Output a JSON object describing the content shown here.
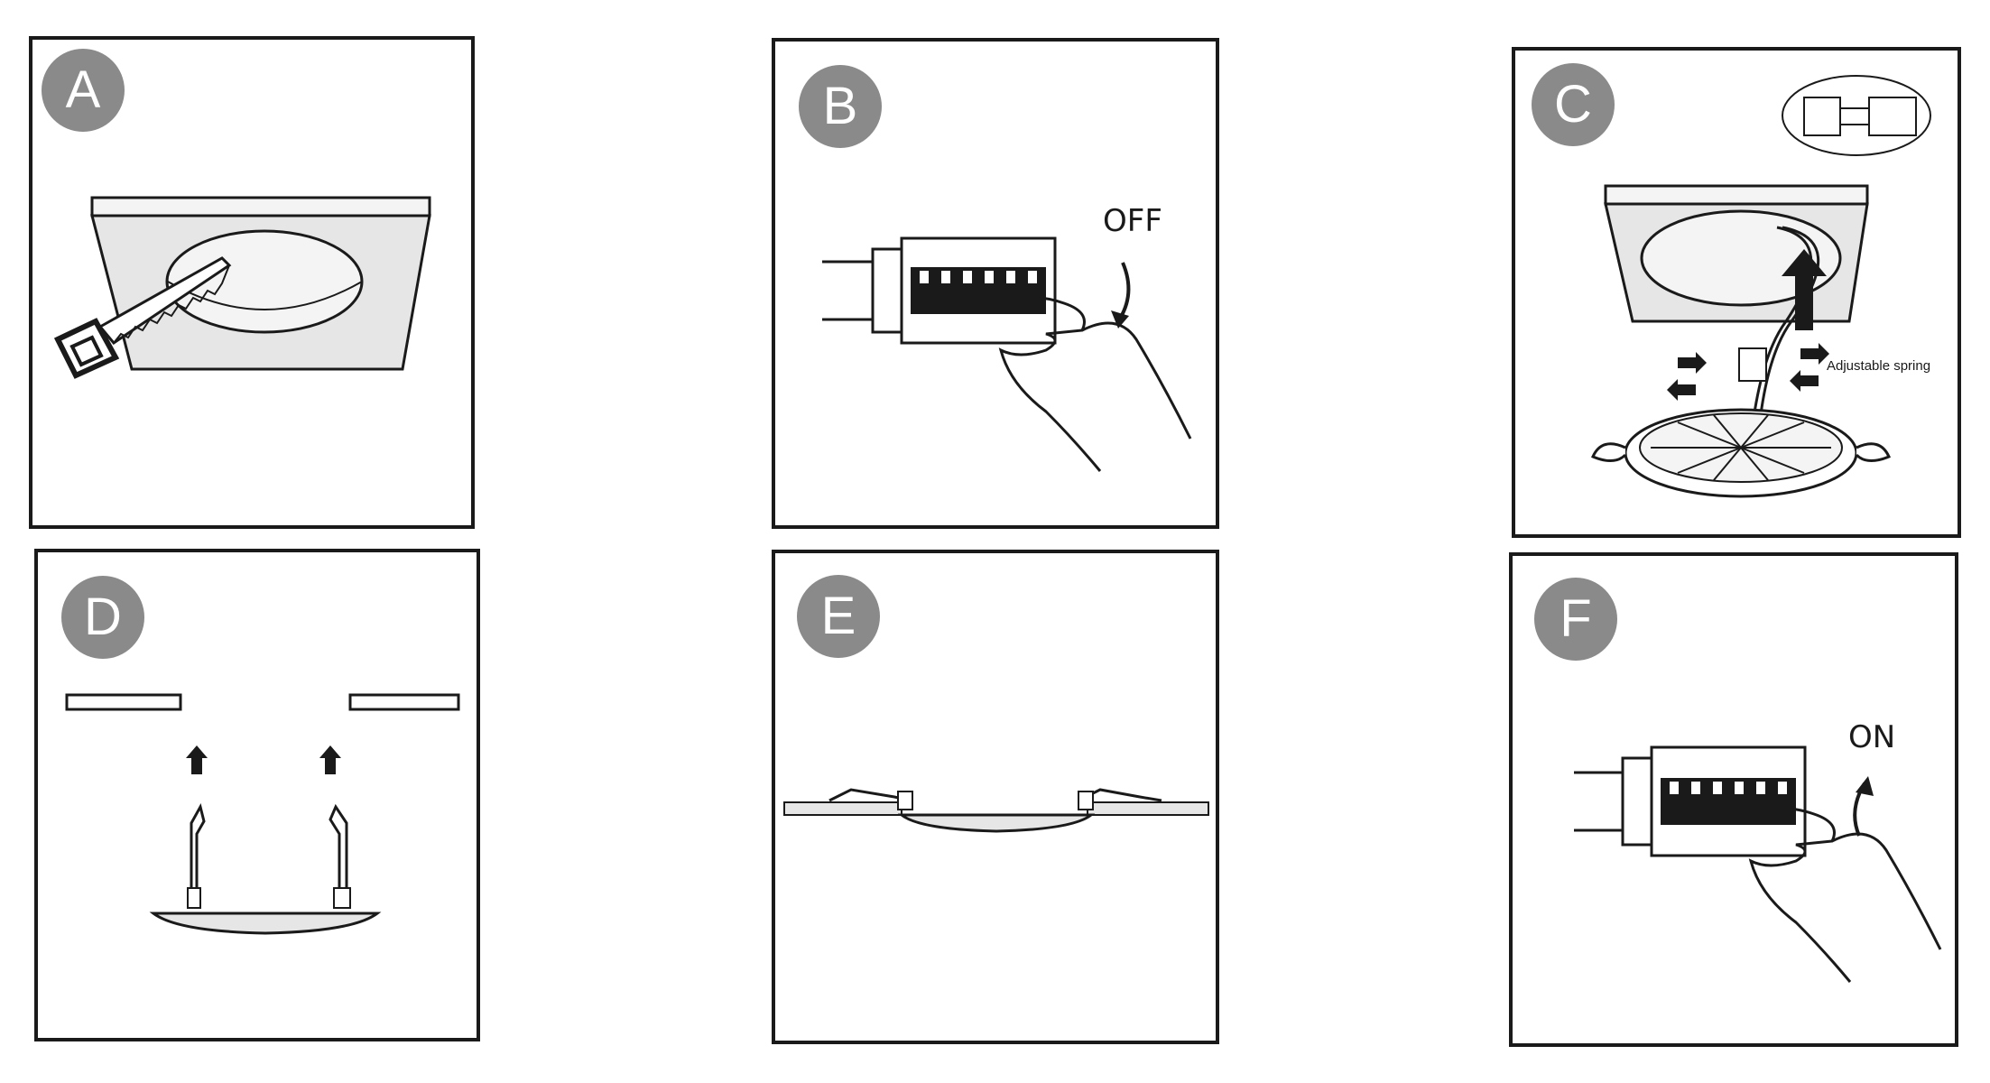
{
  "steps": [
    {
      "letter": "A"
    },
    {
      "letter": "B",
      "label": "OFF"
    },
    {
      "letter": "C",
      "label": "Adjustable spring"
    },
    {
      "letter": "D"
    },
    {
      "letter": "E"
    },
    {
      "letter": "F",
      "label": "ON"
    }
  ],
  "colors": {
    "badge": "#8a8a8a",
    "line": "#1a1a1a",
    "panel_fill": "#e6e6e6"
  }
}
